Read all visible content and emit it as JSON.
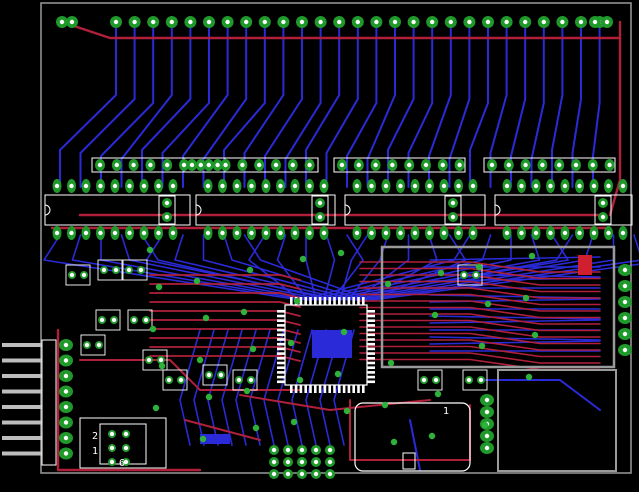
{
  "colors": {
    "background": "#000000",
    "outline": "#9a9a9a",
    "top_trace": "#b0203a",
    "bottom_trace": "#2a2ad8",
    "pad": "#1f9a2a",
    "via": "#2fb23a",
    "silk": "#ffffff",
    "part_fill": "#2a2ad8",
    "part_fill_red": "#d02030"
  },
  "labels": {
    "header_pin_2": "2",
    "header_pin_1": "1",
    "header_pin_6": "6",
    "crystal_pin_1": "1"
  },
  "icons": {
    "pads": "through-hole-pad",
    "vias": "via",
    "chip": "qfp-ic",
    "dip": "dip-ic-outline"
  }
}
